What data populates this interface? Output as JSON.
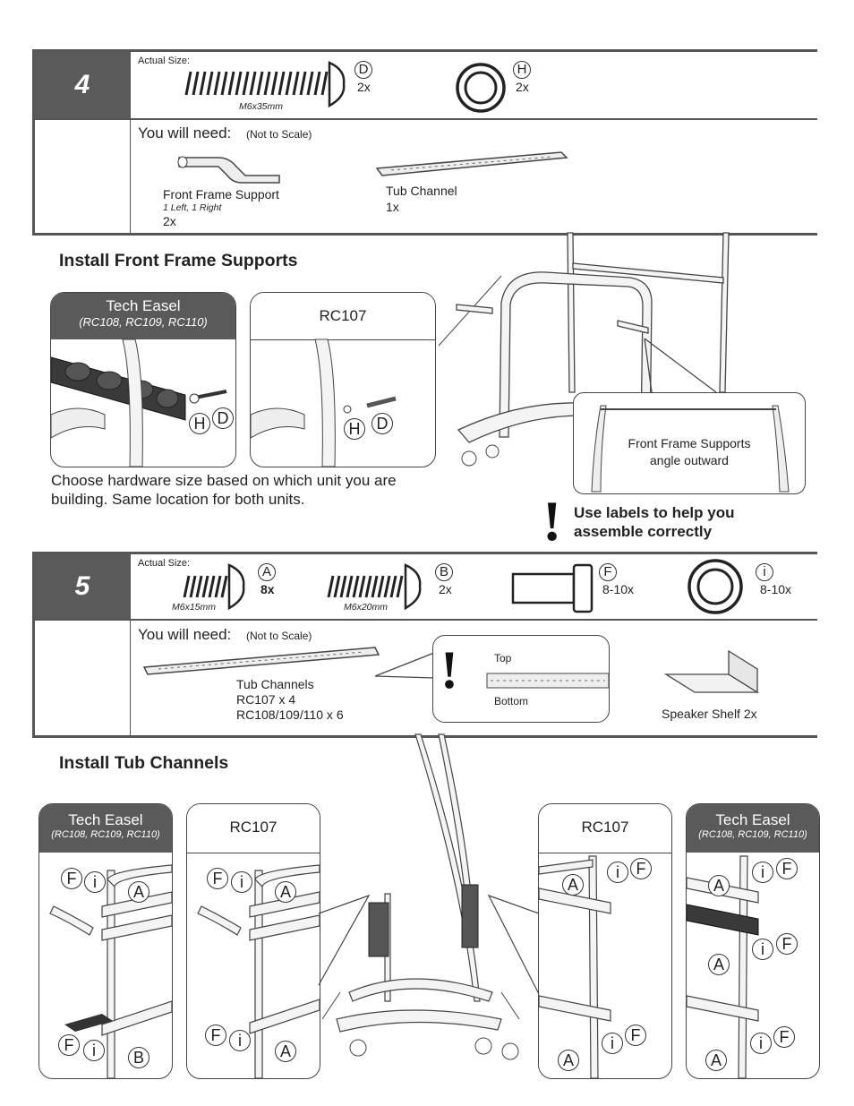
{
  "step4": {
    "number": "4",
    "actual_size_label": "Actual Size:",
    "screw_d": {
      "letter": "D",
      "qty": "2x",
      "size": "M6x35mm"
    },
    "washer_h": {
      "letter": "H",
      "qty": "2x"
    },
    "you_will_need": "You will need:",
    "not_to_scale": "(Not to Scale)",
    "parts": [
      {
        "name": "Front Frame Support",
        "note": "1 Left, 1 Right",
        "qty": "2x"
      },
      {
        "name": "Tub Channel",
        "qty": "1x"
      }
    ]
  },
  "section1": {
    "title": "Install Front Frame Supports",
    "panel_tech": {
      "title": "Tech Easel",
      "models": "(RC108, RC109, RC110)",
      "letters": [
        "H",
        "D"
      ]
    },
    "panel_rc107": {
      "title": "RC107",
      "letters": [
        "H",
        "D"
      ]
    },
    "choose_text_line1": "Choose hardware size based on which unit you are",
    "choose_text_line2": "building. Same location for both units.",
    "callout_line1": "Front Frame Supports",
    "callout_line2": "angle outward",
    "warning_line1": "Use labels to help you",
    "warning_line2": "assemble correctly"
  },
  "step5": {
    "number": "5",
    "actual_size_label": "Actual Size:",
    "hardware": [
      {
        "letter": "A",
        "qty": "8x",
        "size": "M6x15mm"
      },
      {
        "letter": "B",
        "qty": "2x",
        "size": "M6x20mm"
      },
      {
        "letter": "F",
        "qty": "8-10x"
      },
      {
        "letter": "i",
        "qty": "8-10x"
      }
    ],
    "you_will_need": "You will need:",
    "not_to_scale": "(Not to Scale)",
    "tub_channels": {
      "name": "Tub Channels",
      "line2": "RC107 x 4",
      "line3": "RC108/109/110 x 6"
    },
    "orientation": {
      "top": "Top",
      "bottom": "Bottom"
    },
    "speaker_shelf": "Speaker Shelf 2x"
  },
  "section2": {
    "title": "Install Tub Channels",
    "panels": [
      {
        "title": "Tech Easel",
        "models": "(RC108, RC109, RC110)"
      },
      {
        "title": "RC107"
      },
      {
        "title": "RC107"
      },
      {
        "title": "Tech Easel",
        "models": "(RC108, RC109, RC110)"
      }
    ],
    "p1_letters": [
      "F",
      "i",
      "A",
      "F",
      "i",
      "B"
    ],
    "p2_letters": [
      "F",
      "i",
      "A",
      "F",
      "i",
      "A"
    ],
    "p3_letters": [
      "i",
      "F",
      "A",
      "i",
      "F",
      "A"
    ],
    "p4_letters": [
      "i",
      "F",
      "A",
      "i",
      "F",
      "A",
      "i",
      "F",
      "A"
    ]
  }
}
